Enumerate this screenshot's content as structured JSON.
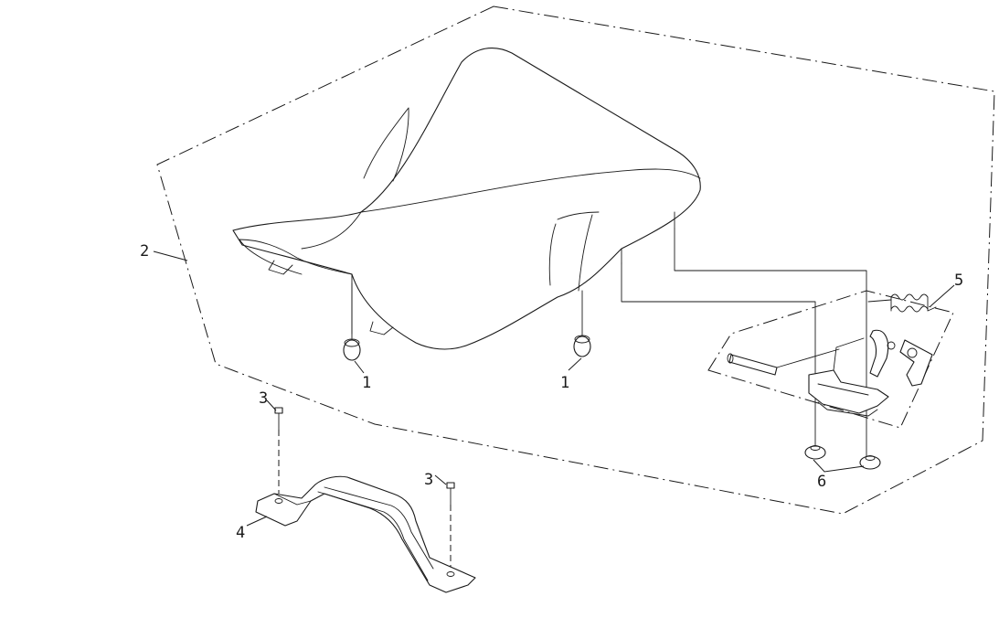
{
  "callouts": {
    "part_1_left": "1",
    "part_1_right": "1",
    "part_2": "2",
    "part_3_top": "3",
    "part_3_mid": "3",
    "part_4": "4",
    "part_5": "5",
    "part_6": "6"
  },
  "colors": {
    "line": "#1a1a1a",
    "background": "#ffffff"
  }
}
